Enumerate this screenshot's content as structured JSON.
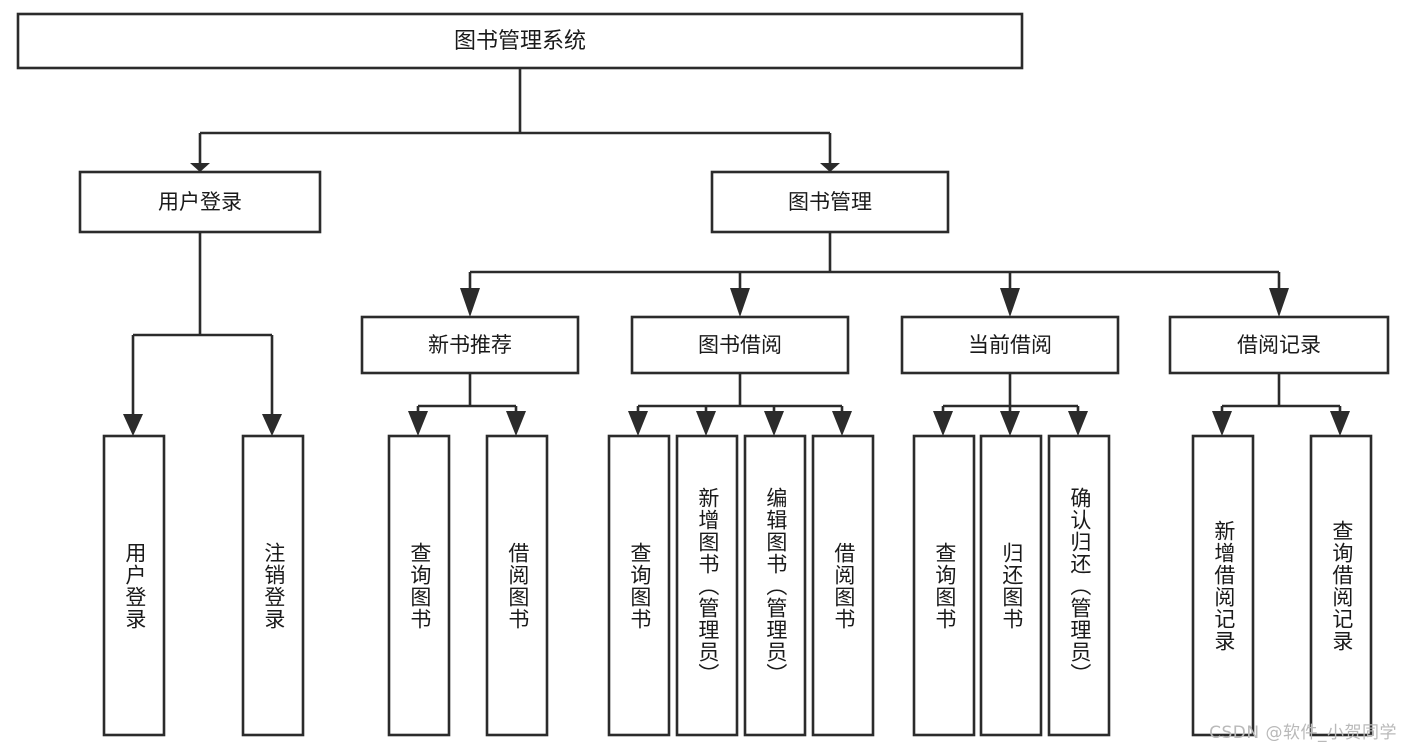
{
  "title": "图书管理系统",
  "watermark": "CSDN @软件_小贺同学",
  "colors": {
    "stroke": "#2b2b2b",
    "box_fill": "#ffffff",
    "text": "#1a1a1a",
    "background": "#ffffff",
    "watermark": "#b9b9b9"
  },
  "chart_data": {
    "type": "diagram",
    "diagram_kind": "tree-hierarchy",
    "title": "图书管理系统",
    "orientation": "top-down",
    "nodes": {
      "root": {
        "label": "图书管理系统",
        "level": 0
      },
      "l2": [
        {
          "id": "user-login",
          "label": "用户登录",
          "level": 1
        },
        {
          "id": "book-manage",
          "label": "图书管理",
          "level": 1
        }
      ],
      "l3": [
        {
          "id": "new-book-rec",
          "label": "新书推荐",
          "level": 2,
          "parent": "book-manage"
        },
        {
          "id": "book-borrow",
          "label": "图书借阅",
          "level": 2,
          "parent": "book-manage"
        },
        {
          "id": "current-borrow",
          "label": "当前借阅",
          "level": 2,
          "parent": "book-manage"
        },
        {
          "id": "borrow-record",
          "label": "借阅记录",
          "level": 2,
          "parent": "book-manage"
        }
      ],
      "leaves": [
        {
          "id": "leaf-user-login",
          "label": "用户登录",
          "parent": "user-login"
        },
        {
          "id": "leaf-user-logout",
          "label": "注销登录",
          "parent": "user-login"
        },
        {
          "id": "leaf-query-book-1",
          "label": "查询图书",
          "parent": "new-book-rec"
        },
        {
          "id": "leaf-borrow-book-1",
          "label": "借阅图书",
          "parent": "new-book-rec"
        },
        {
          "id": "leaf-query-book-2",
          "label": "查询图书",
          "parent": "book-borrow"
        },
        {
          "id": "leaf-add-book",
          "label": "新增图书（管理员）",
          "parent": "book-borrow"
        },
        {
          "id": "leaf-edit-book",
          "label": "编辑图书（管理员）",
          "parent": "book-borrow"
        },
        {
          "id": "leaf-borrow-book-2",
          "label": "借阅图书",
          "parent": "book-borrow"
        },
        {
          "id": "leaf-query-book-3",
          "label": "查询图书",
          "parent": "current-borrow"
        },
        {
          "id": "leaf-return-book",
          "label": "归还图书",
          "parent": "current-borrow"
        },
        {
          "id": "leaf-confirm-return",
          "label": "确认归还（管理员）",
          "parent": "current-borrow"
        },
        {
          "id": "leaf-add-record",
          "label": "新增借阅记录",
          "parent": "borrow-record"
        },
        {
          "id": "leaf-query-record",
          "label": "查询借阅记录",
          "parent": "borrow-record"
        }
      ]
    },
    "edges": [
      {
        "from": "root",
        "to": "user-login"
      },
      {
        "from": "root",
        "to": "book-manage"
      },
      {
        "from": "user-login",
        "to": "leaf-user-login"
      },
      {
        "from": "user-login",
        "to": "leaf-user-logout"
      },
      {
        "from": "book-manage",
        "to": "new-book-rec"
      },
      {
        "from": "book-manage",
        "to": "book-borrow"
      },
      {
        "from": "book-manage",
        "to": "current-borrow"
      },
      {
        "from": "book-manage",
        "to": "borrow-record"
      },
      {
        "from": "new-book-rec",
        "to": "leaf-query-book-1"
      },
      {
        "from": "new-book-rec",
        "to": "leaf-borrow-book-1"
      },
      {
        "from": "book-borrow",
        "to": "leaf-query-book-2"
      },
      {
        "from": "book-borrow",
        "to": "leaf-add-book"
      },
      {
        "from": "book-borrow",
        "to": "leaf-edit-book"
      },
      {
        "from": "book-borrow",
        "to": "leaf-borrow-book-2"
      },
      {
        "from": "current-borrow",
        "to": "leaf-query-book-3"
      },
      {
        "from": "current-borrow",
        "to": "leaf-return-book"
      },
      {
        "from": "current-borrow",
        "to": "leaf-confirm-return"
      },
      {
        "from": "borrow-record",
        "to": "leaf-add-record"
      },
      {
        "from": "borrow-record",
        "to": "leaf-query-record"
      }
    ]
  }
}
